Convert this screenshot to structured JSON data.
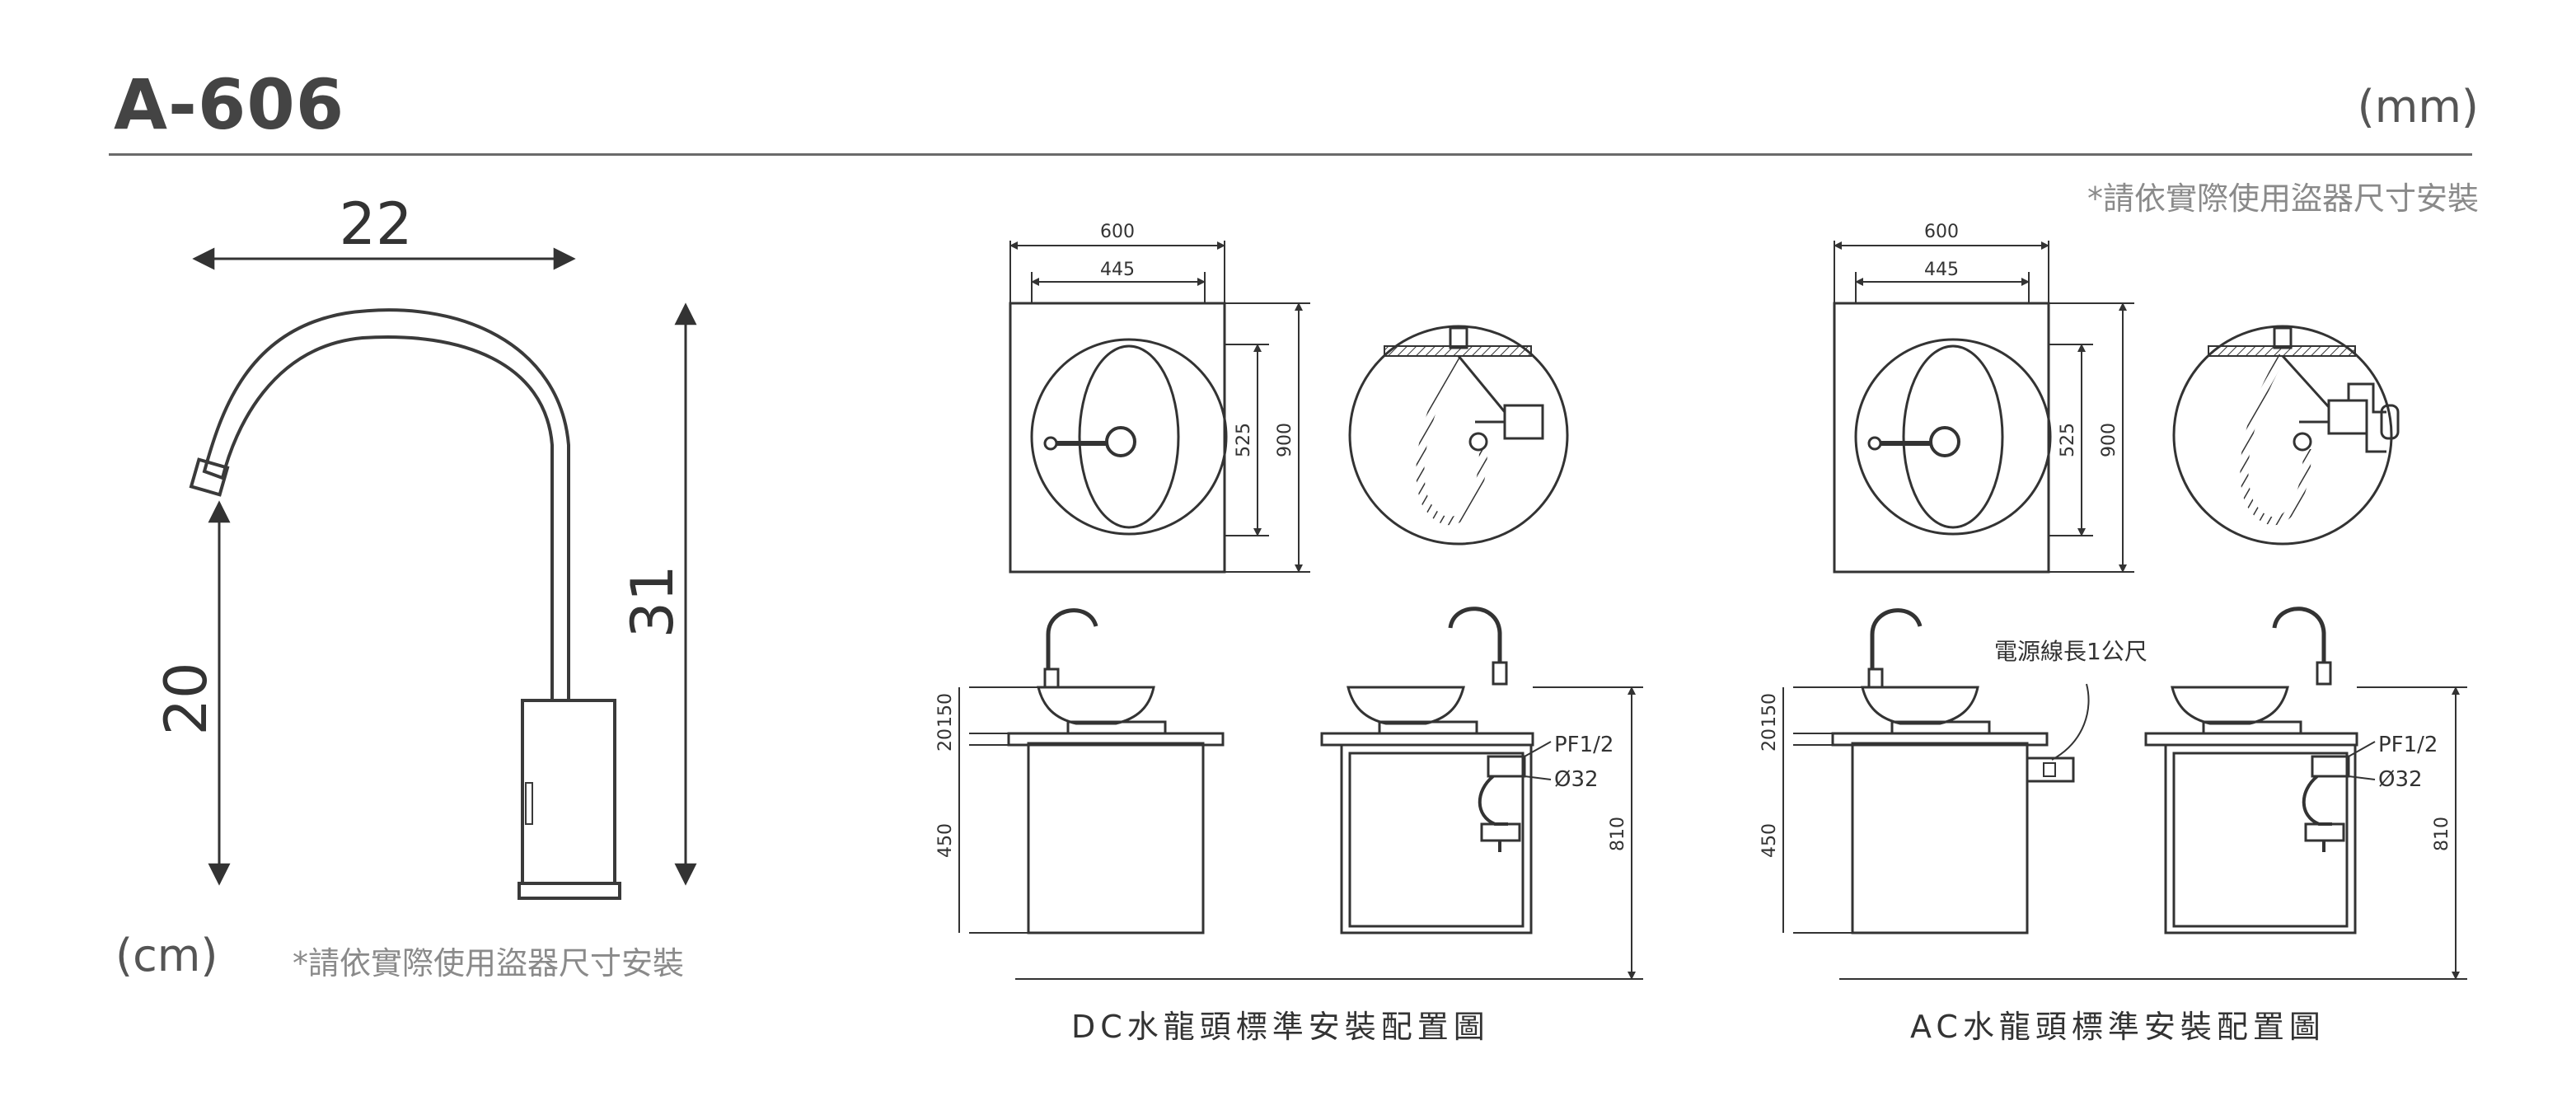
{
  "header": {
    "model": "A-606",
    "unit_mm": "(mm)",
    "note": "*請依實際使用盜器尺寸安裝"
  },
  "faucet_side_view": {
    "unit_cm": "(cm)",
    "note": "*請依實際使用盜器尺寸安裝",
    "dim_width": "22",
    "dim_spout_height": "20",
    "dim_total_height": "31"
  },
  "dc_diagram": {
    "caption": "DC水龍頭標準安裝配置圖",
    "dim_600": "600",
    "dim_445": "445",
    "dim_525": "525",
    "dim_900": "900",
    "dim_150": "150",
    "dim_20": "20",
    "dim_450": "450",
    "dim_810": "810",
    "label_pf": "PF1/2",
    "label_dia": "Ø32"
  },
  "ac_diagram": {
    "caption": "AC水龍頭標準安裝配置圖",
    "power_cord_label": "電源線長1公尺",
    "dim_600": "600",
    "dim_445": "445",
    "dim_525": "525",
    "dim_900": "900",
    "dim_150": "150",
    "dim_20": "20",
    "dim_450": "450",
    "dim_810": "810",
    "label_pf": "PF1/2",
    "label_dia": "Ø32"
  },
  "colors": {
    "line": "#333333",
    "rule": "#6a6a6a",
    "note": "#8a8a8a"
  }
}
